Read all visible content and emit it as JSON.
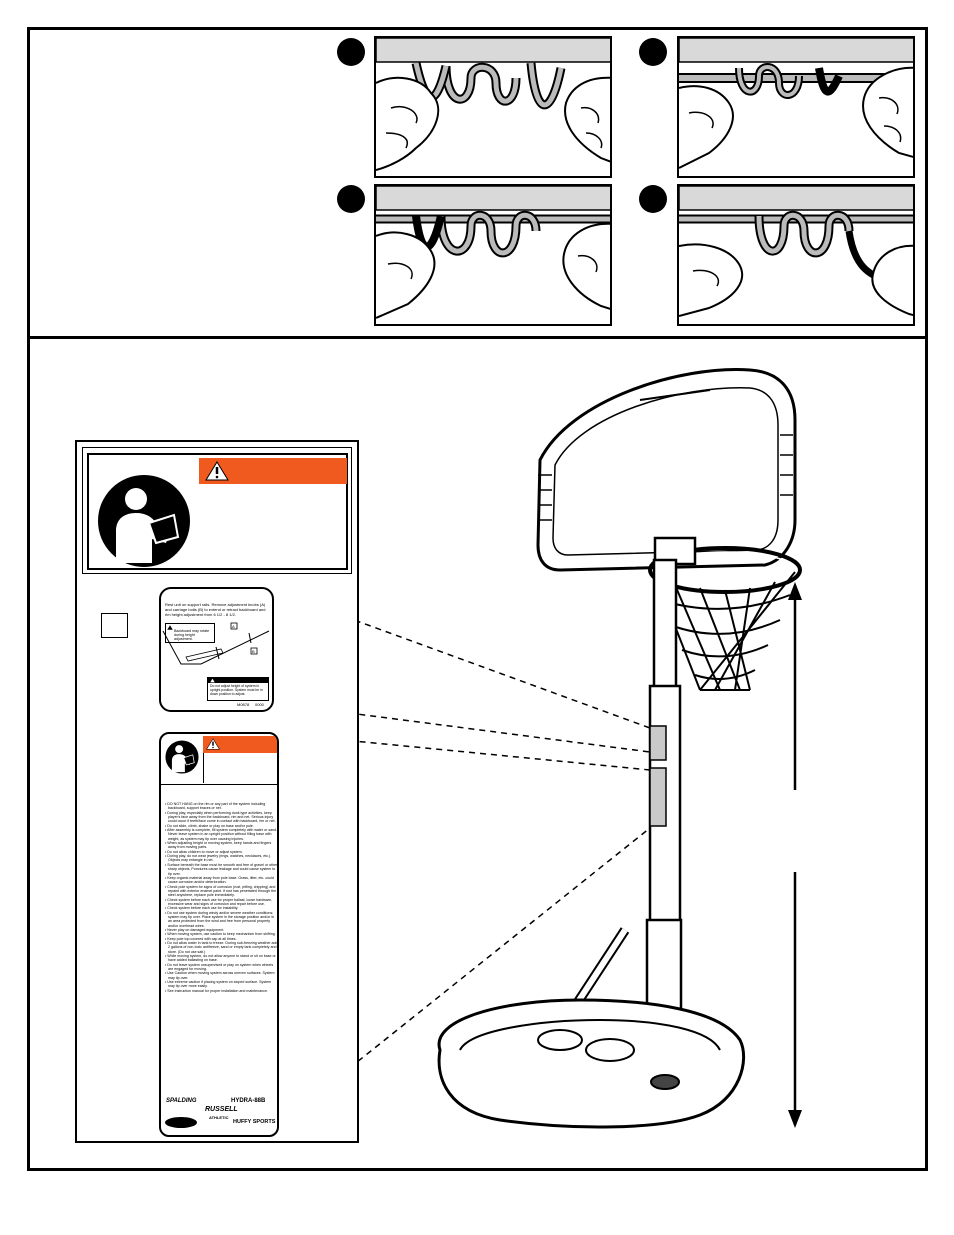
{
  "decal_a": {
    "instructions": "Rest unit on support rails. Remove adjustment knobs (A) and carriage bolts (B) to extend or retract backboard and rim height adjustment from 6 1/2 - 8 1/2.",
    "caution_text": "Backboard may rotate during height adjustment.",
    "callout_a": "A",
    "callout_b": "B",
    "bottom_warning": "Do not adjust height of system in upright position. System must be in down position to adjust.",
    "code_left": "M0878",
    "code_right": "0000"
  },
  "decal_b": {
    "safety_list": [
      "DO NOT HANG on the rim or any part of the system including backboard, support braces or net.",
      "During play, especially when performing dunk type activities, keep player's face away from the backboard, rim and net. Serious injury could occur if teeth/face come in contact with backboard, rim or net.",
      "Do not slide, climb, shake or play on base and/or pole.",
      "After assembly is complete, fill system completely with water or sand. Never leave system in an upright position without filling base with weight, as system may tip over causing injuries.",
      "When adjusting height or moving system, keep hands and fingers away from moving parts.",
      "Do not allow children to move or adjust system.",
      "During play, do not wear jewelry (rings, watches, necklaces, etc.). Objects may entangle in net.",
      "Surface beneath the base must be smooth and free of gravel or other sharp objects. Punctures cause leakage and could cause system to tip over.",
      "Keep organic material away from pole base. Grass, litter, etc. could cause corrosion and/or deterioration.",
      "Check pole system for signs of corrosion (rust, pitting, chipping) and repaint with exterior enamel paint. If rust has penetrated through the steel anywhere, replace pole immediately.",
      "Check system before each use for proper ballast, loose hardware, excessive wear and signs of corrosion and repair before use.",
      "Check system before each use for instability.",
      "Do not use system during windy and/or severe weather conditions; system may tip over. Place system in the storage position and/or in an area protected from the wind and free from personal property and/or overhead wires.",
      "Never play on damaged equipment.",
      "When moving system, use caution to keep mechanism from shifting.",
      "Keep pole top covered with cap at all times.",
      "Do not allow water in tank to freeze. During sub-freezing weather add 2 gallons of non-toxic antifreeze, sand or empty tank completely and store. (Do not use salt.)",
      "While moving system, do not allow anyone to stand or sit on base or have added ballasting on base.",
      "Do not leave system unsupervised or play on system when wheels are engaged for moving.",
      "Use Caution when moving system across uneven surfaces. System may tip over.",
      "Use extreme caution if placing system on sloped surface. System may tip over more easily.",
      "See instruction manual for proper installation and maintenance."
    ],
    "brand_left": "SPALDING",
    "brand_model": "HYDRA-88B",
    "brand_russell": "RUSSELL",
    "brand_athletic": "ATHLETIC",
    "brand_huffy": "HUFFY SPORTS"
  },
  "colors": {
    "warning_orange": "#f15a1f",
    "line": "#000000",
    "panel_band": "#d9d9d9",
    "decal_fill": "#c9c9c9"
  },
  "icons": [
    "step-dot-icon",
    "read-manual-icon",
    "warning-triangle-icon",
    "dashed-leader-line"
  ]
}
